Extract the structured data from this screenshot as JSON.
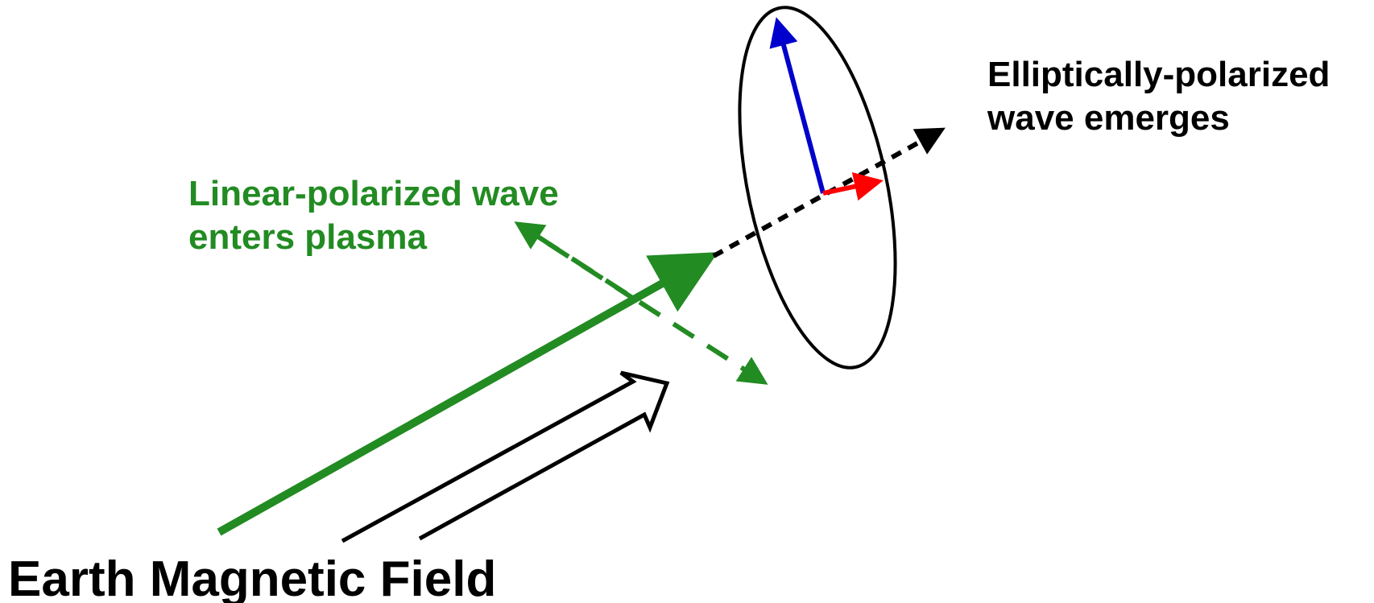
{
  "labels": {
    "linear_wave_line1": "Linear-polarized wave",
    "linear_wave_line2": "enters plasma",
    "elliptic_wave_line1": "Elliptically-polarized",
    "elliptic_wave_line2": "wave emerges",
    "earth_field": "Earth Magnetic Field"
  },
  "colors": {
    "wave_green": "#228b22",
    "polarization_blue": "#0000cc",
    "polarization_red": "#ff0000",
    "outline_black": "#000000"
  }
}
